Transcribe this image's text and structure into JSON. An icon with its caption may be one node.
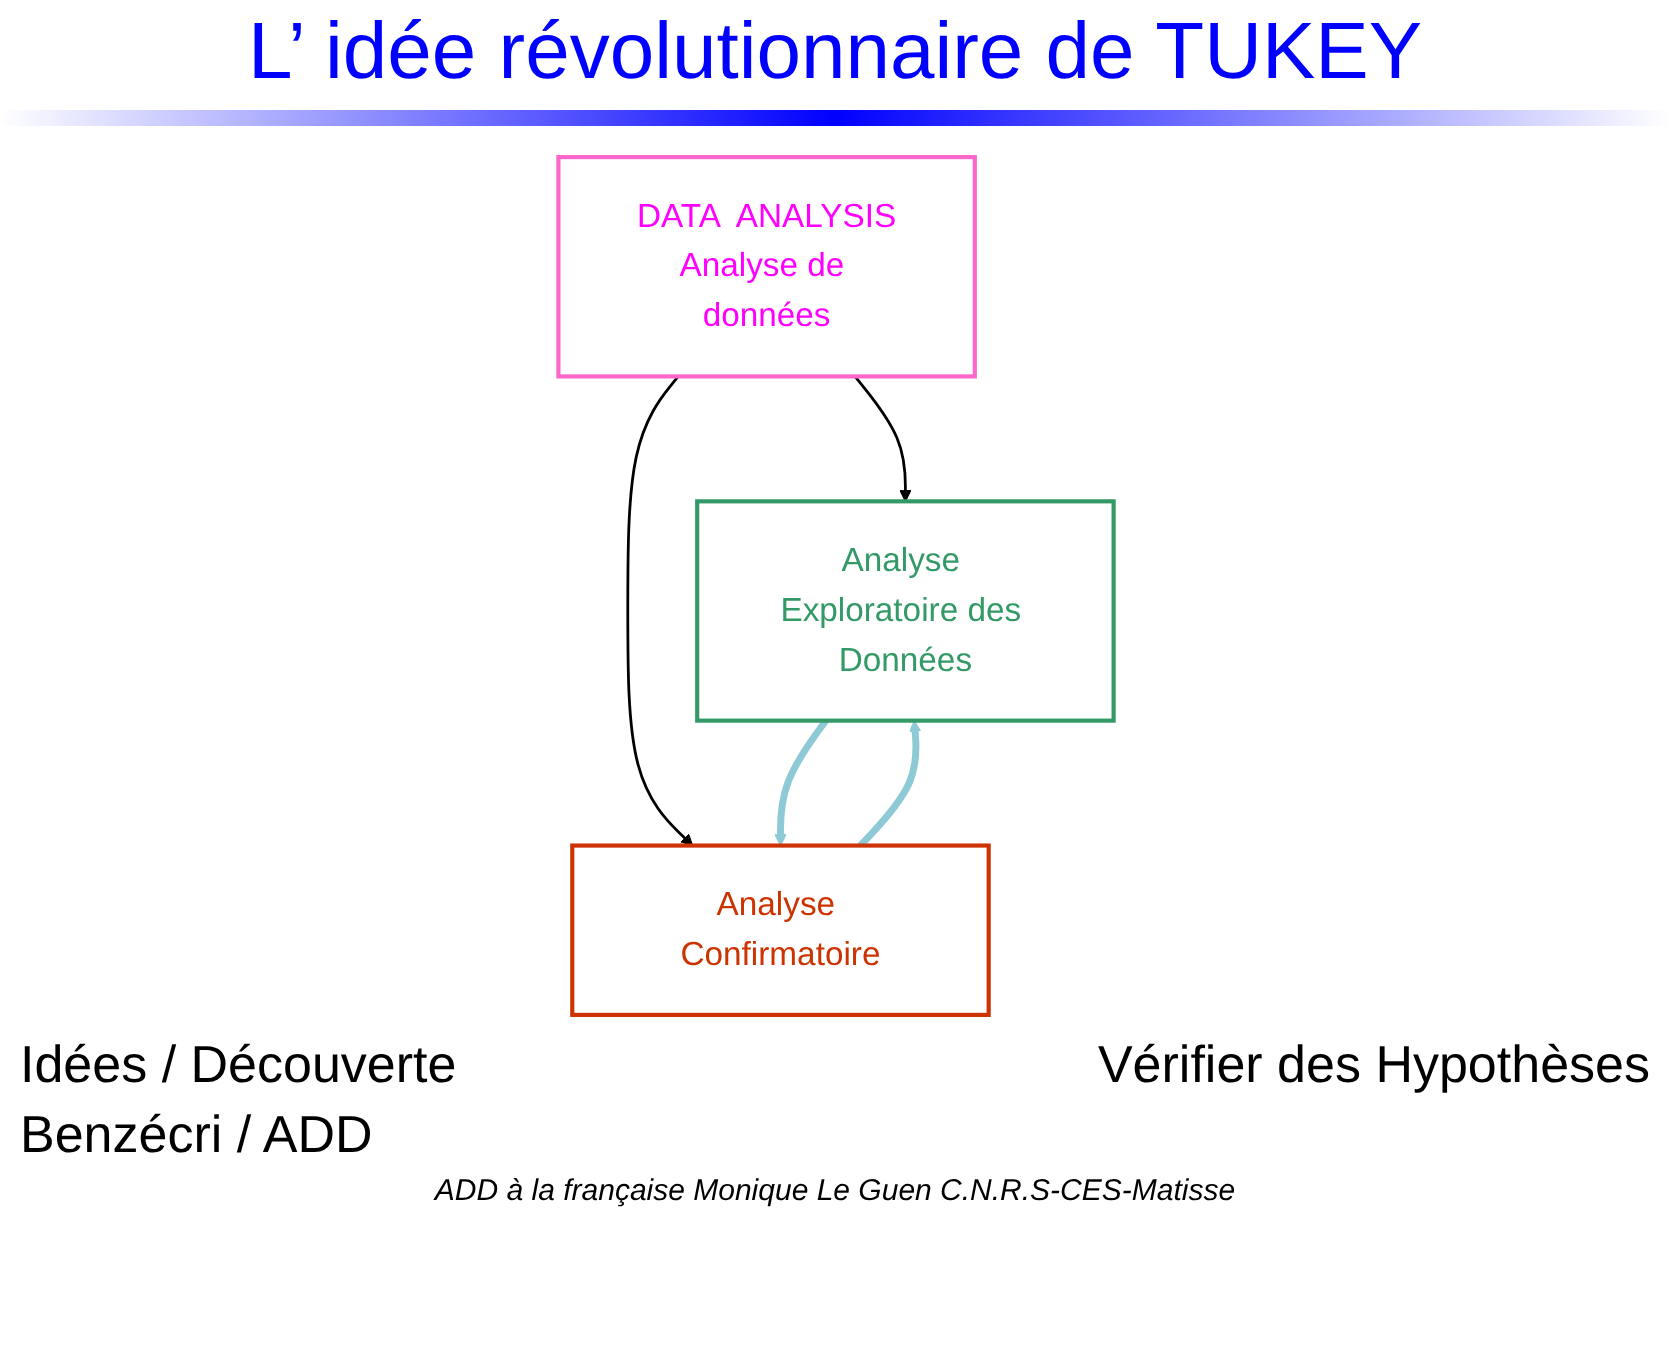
{
  "diagram": {
    "title": "L’ idée révolutionnaire de TUKEY",
    "nodes": [
      {
        "text": [
          "DATA  ANALYSIS",
          "Analyse de données"
        ]
      },
      {
        "text": [
          "Analyse Exploratoire des Données"
        ],
        "beside": [
          "Idées / Découverte",
          "Benzécri / ADD"
        ]
      },
      {
        "text": [
          "Analyse Confirmatoire"
        ],
        "beside": [
          "Vérifier des Hypothèses"
        ]
      }
    ],
    "edges": [
      {
        "from": 0,
        "to": 1,
        "arrow": "to"
      },
      {
        "from": 0,
        "to": 2,
        "arrow": "to"
      },
      {
        "from": 1,
        "to": 2,
        "arrow": "to",
        "style": "thick",
        "color": "#8ecad6"
      },
      {
        "from": 2,
        "to": 1,
        "arrow": "to",
        "style": "thick",
        "color": "#8ecad6"
      }
    ],
    "labels": [
      "ADD à la française  Monique Le Guen C.N.R.S-CES-Matisse"
    ]
  }
}
